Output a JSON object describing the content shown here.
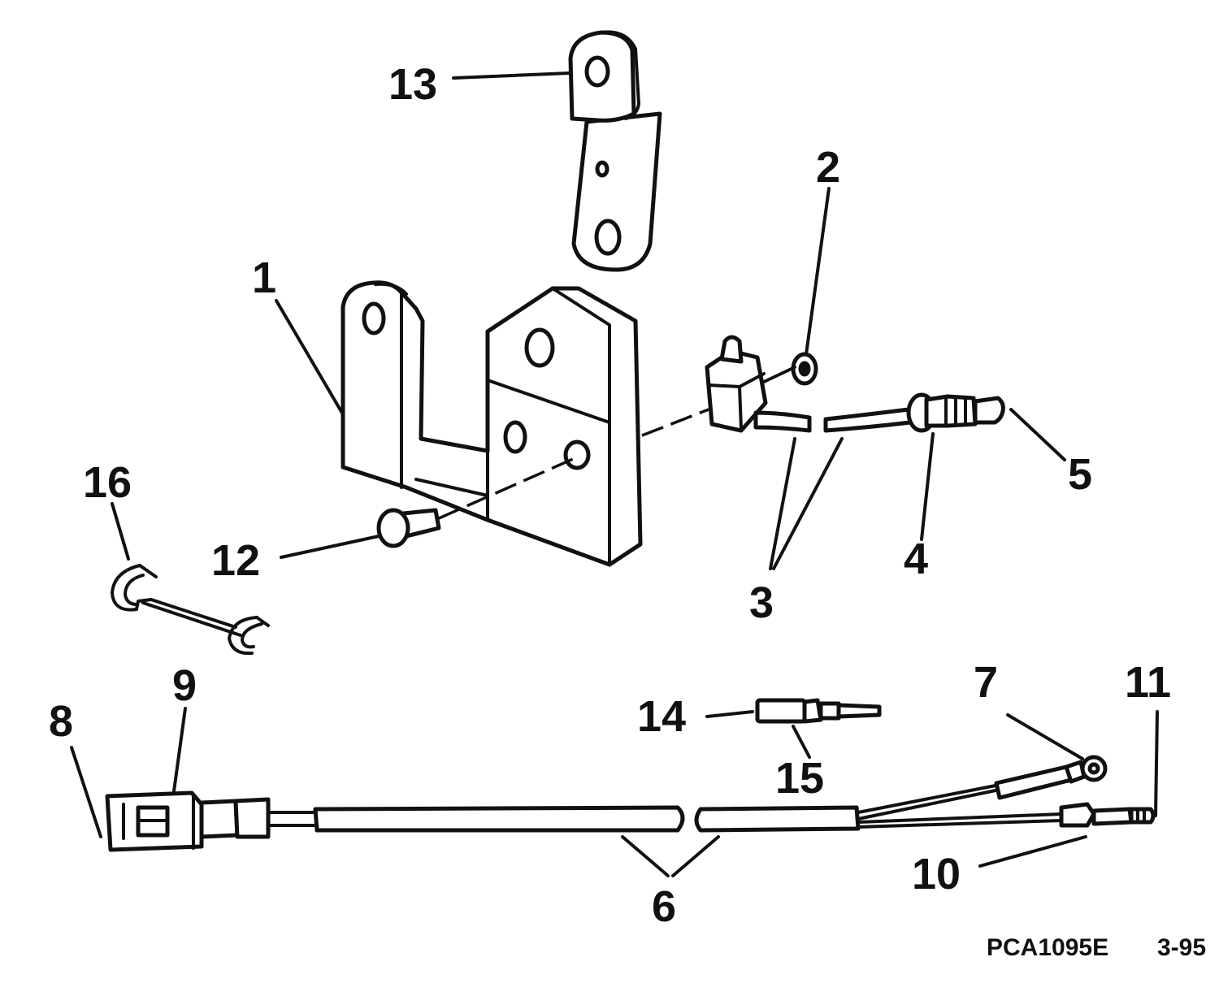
{
  "callouts": {
    "c1": "1",
    "c2": "2",
    "c3": "3",
    "c4": "4",
    "c5": "5",
    "c6": "6",
    "c7": "7",
    "c8": "8",
    "c9": "9",
    "c10": "10",
    "c11": "11",
    "c12": "12",
    "c13": "13",
    "c14": "14",
    "c15": "15",
    "c16": "16"
  },
  "footer": {
    "code": "PCA1095E",
    "date": "3-95"
  }
}
